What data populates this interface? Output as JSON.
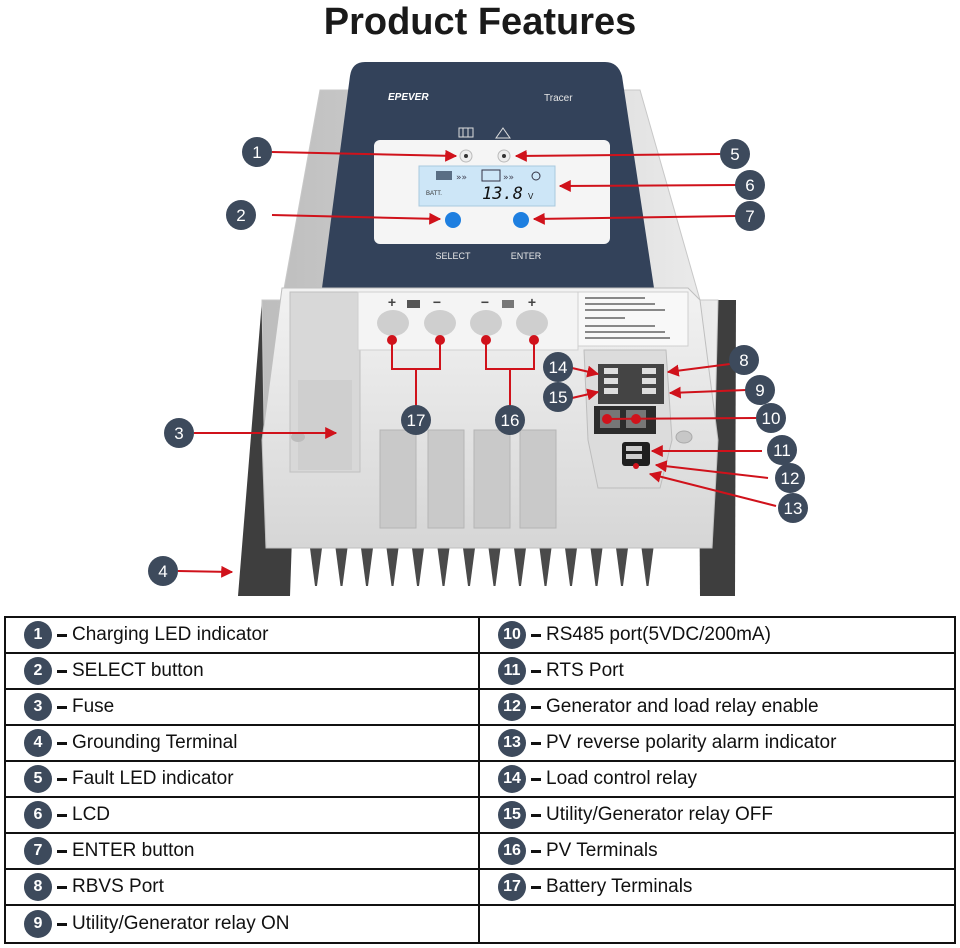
{
  "title": "Product Features",
  "device": {
    "brand": "EPEVER",
    "model": "Tracer",
    "lcd_label": "BATT.",
    "lcd_value": "13.8",
    "lcd_unit": "V",
    "buttons": [
      "SELECT",
      "ENTER"
    ],
    "battery_terminal_signs": [
      "+",
      "−"
    ],
    "pv_terminal_signs": [
      "−",
      "+"
    ]
  },
  "callouts": [
    "1",
    "2",
    "3",
    "4",
    "5",
    "6",
    "7",
    "8",
    "9",
    "10",
    "11",
    "12",
    "13",
    "14",
    "15",
    "16",
    "17"
  ],
  "legend": {
    "left": [
      {
        "num": "1",
        "label": "Charging LED indicator"
      },
      {
        "num": "2",
        "label": "SELECT button"
      },
      {
        "num": "3",
        "label": "Fuse"
      },
      {
        "num": "4",
        "label": "Grounding Terminal"
      },
      {
        "num": "5",
        "label": "Fault LED indicator"
      },
      {
        "num": "6",
        "label": "LCD"
      },
      {
        "num": "7",
        "label": "ENTER button"
      },
      {
        "num": "8",
        "label": "RBVS Port"
      },
      {
        "num": "9",
        "label": "Utility/Generator relay ON"
      }
    ],
    "right": [
      {
        "num": "10",
        "label": "RS485 port(5VDC/200mA)"
      },
      {
        "num": "11",
        "label": "RTS Port"
      },
      {
        "num": "12",
        "label": "Generator and load relay enable"
      },
      {
        "num": "13",
        "label": "PV reverse polarity alarm indicator"
      },
      {
        "num": "14",
        "label": "Load control relay"
      },
      {
        "num": "15",
        "label": "Utility/Generator relay OFF"
      },
      {
        "num": "16",
        "label": "PV Terminals"
      },
      {
        "num": "17",
        "label": "Battery Terminals"
      },
      {
        "num": "",
        "label": ""
      }
    ]
  },
  "colors": {
    "callout_fill": "#3d4a5c",
    "arrow_red": "#d0121b",
    "panel_navy": "#33425a",
    "housing": "#e6e6e6",
    "heatsink": "#4a4a4a",
    "button_blue": "#1e7fe0",
    "lcd_bg": "#cde6f7"
  }
}
